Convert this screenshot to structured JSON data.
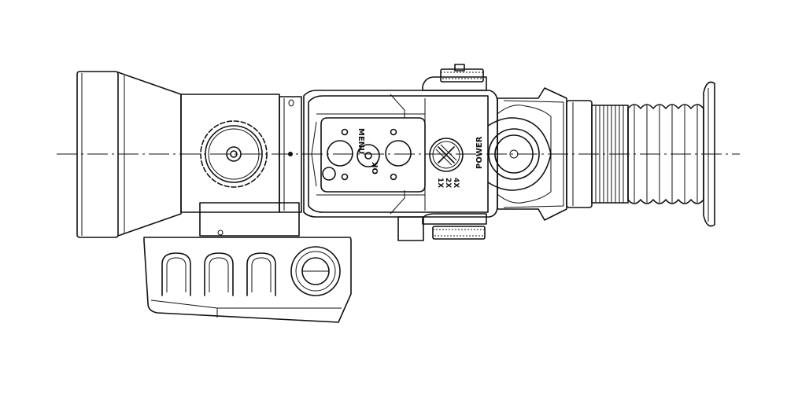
{
  "labels": {
    "power": "POWER",
    "zoom_1x": "1X",
    "zoom_2x": "2X",
    "zoom_4x": "4X",
    "menu": "MENU",
    "ok": "OK"
  },
  "colors": {
    "line": "#111111",
    "background": "#ffffff"
  }
}
